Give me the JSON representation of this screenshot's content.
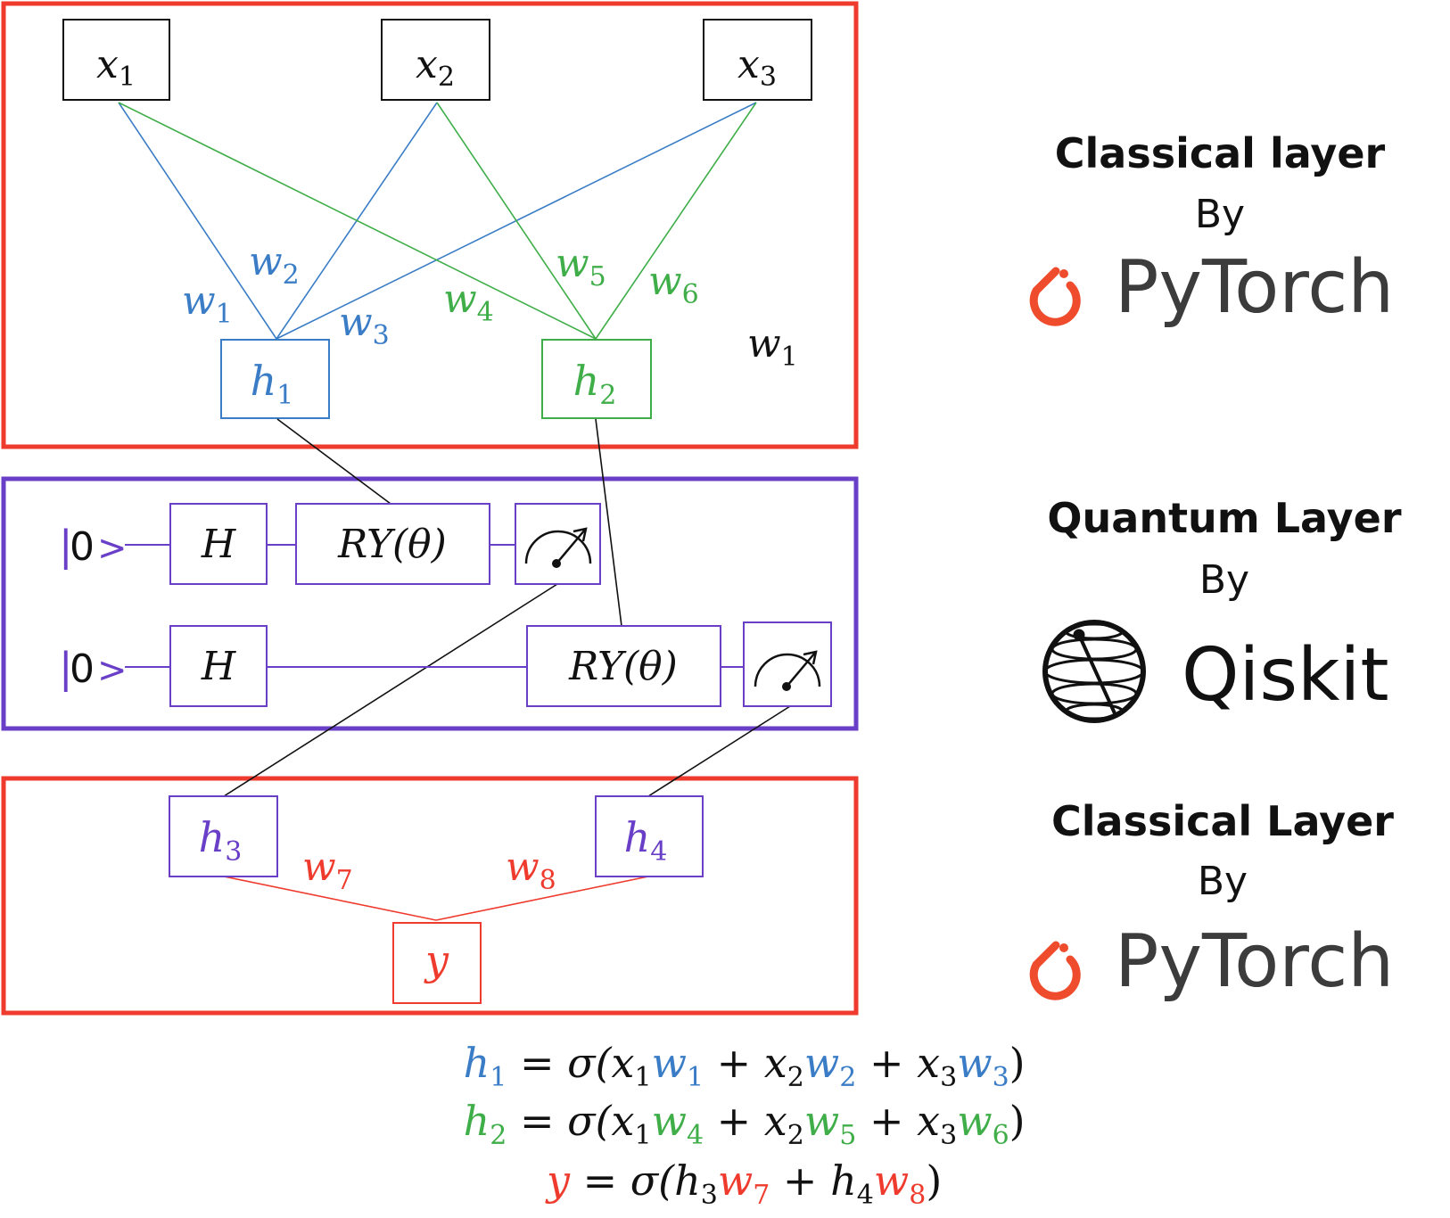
{
  "colors": {
    "classical_frame": "#ee3b2e",
    "quantum_frame": "#6a3fc8",
    "blue": "#3a7dc6",
    "green": "#3fae49",
    "purple": "#6a3fc8",
    "red": "#ee3b2e",
    "black": "#111111",
    "pytorch": "#ee4c2c",
    "logo_text": "#3c3c3c"
  },
  "inputs": {
    "x1": {
      "base": "x",
      "sub": "1"
    },
    "x2": {
      "base": "x",
      "sub": "2"
    },
    "x3": {
      "base": "x",
      "sub": "3"
    }
  },
  "hidden": {
    "h1": {
      "base": "h",
      "sub": "1"
    },
    "h2": {
      "base": "h",
      "sub": "2"
    },
    "h3": {
      "base": "h",
      "sub": "3"
    },
    "h4": {
      "base": "h",
      "sub": "4"
    }
  },
  "output": {
    "label": "y"
  },
  "weights": {
    "w1": {
      "base": "w",
      "sub": "1"
    },
    "w2": {
      "base": "w",
      "sub": "2"
    },
    "w3": {
      "base": "w",
      "sub": "3"
    },
    "w4": {
      "base": "w",
      "sub": "4"
    },
    "w5": {
      "base": "w",
      "sub": "5"
    },
    "w6": {
      "base": "w",
      "sub": "6"
    },
    "w7": {
      "base": "w",
      "sub": "7"
    },
    "w8": {
      "base": "w",
      "sub": "8"
    },
    "w1_extra": {
      "base": "w",
      "sub": "1"
    }
  },
  "circuit": {
    "ket": {
      "bar": "|",
      "zero": "0",
      "arrow": ">"
    },
    "hadamard": "H",
    "ry_gate": "RY(θ)",
    "measure_icon": "gauge-icon"
  },
  "side_labels": {
    "classical_top": {
      "title": "Classical layer",
      "by": "By",
      "brand": "PyTorch",
      "icon": "pytorch-flame-icon"
    },
    "quantum": {
      "title": "Quantum Layer",
      "by": "By",
      "brand": "Qiskit",
      "icon": "qiskit-sphere-icon"
    },
    "classical_bottom": {
      "title": "Classical Layer",
      "by": "By",
      "brand": "PyTorch",
      "icon": "pytorch-flame-icon"
    }
  },
  "equations": {
    "eq1": {
      "lhs": "h",
      "lhs_sub": "1",
      "eq": " = σ(",
      "a": "x",
      "a_sub": "1",
      "wa": "w",
      "wa_sub": "1",
      "plus": " + ",
      "b": "x",
      "b_sub": "2",
      "wb": "w",
      "wb_sub": "2",
      "c": "x",
      "c_sub": "3",
      "wc": "w",
      "wc_sub": "3",
      "close": ")"
    },
    "eq2": {
      "lhs": "h",
      "lhs_sub": "2",
      "eq": " = σ(",
      "a": "x",
      "a_sub": "1",
      "wa": "w",
      "wa_sub": "4",
      "plus": " + ",
      "b": "x",
      "b_sub": "2",
      "wb": "w",
      "wb_sub": "5",
      "c": "x",
      "c_sub": "3",
      "wc": "w",
      "wc_sub": "6",
      "close": ")"
    },
    "eq3": {
      "lhs": "y",
      "eq": " = σ(",
      "a": "h",
      "a_sub": "3",
      "wa": "w",
      "wa_sub": "7",
      "plus": " + ",
      "b": "h",
      "b_sub": "4",
      "wb": "w",
      "wb_sub": "8",
      "close": ")"
    }
  }
}
